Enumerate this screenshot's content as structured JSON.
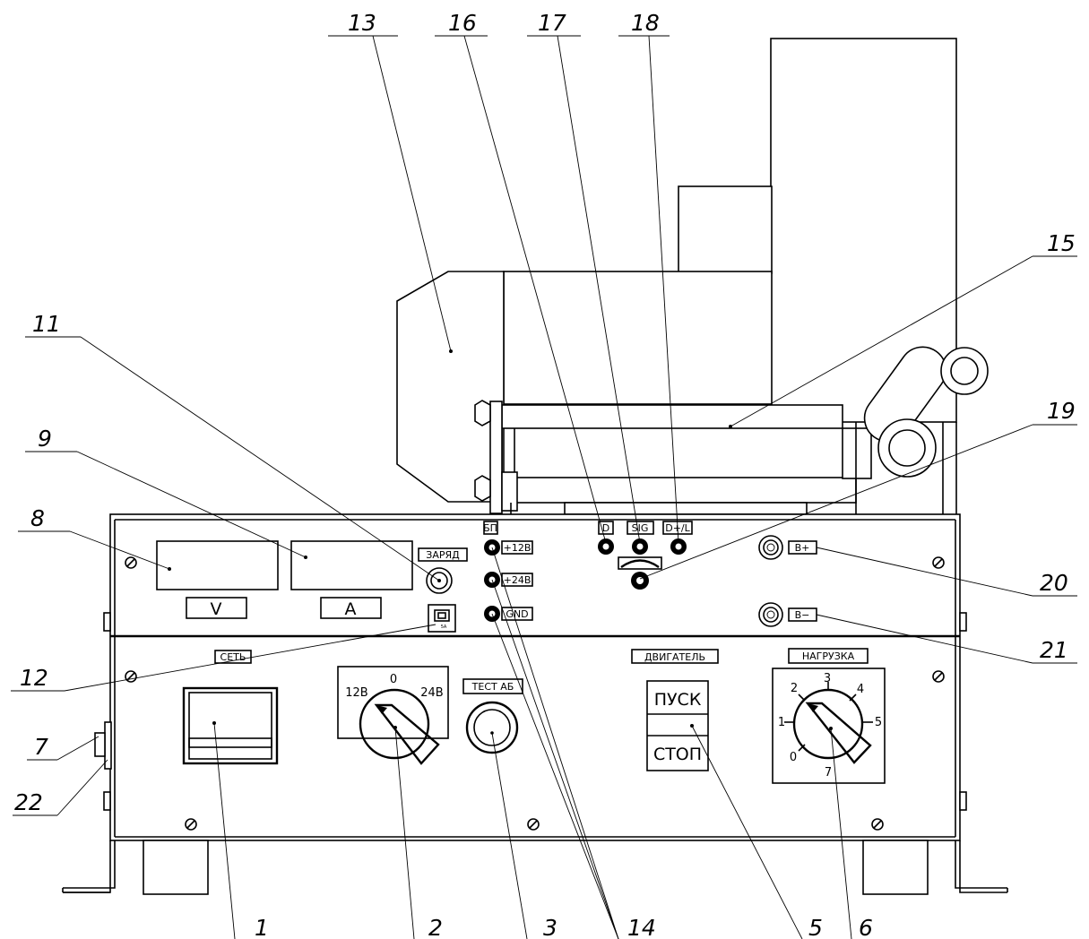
{
  "callouts": {
    "c1": "1",
    "c2": "2",
    "c3": "3",
    "c5": "5",
    "c6": "6",
    "c7": "7",
    "c8": "8",
    "c9": "9",
    "c11": "11",
    "c12": "12",
    "c13": "13",
    "c14": "14",
    "c15": "15",
    "c16": "16",
    "c17": "17",
    "c18": "18",
    "c19": "19",
    "c20": "20",
    "c21": "21",
    "c22": "22"
  },
  "labels": {
    "meter_v": "V",
    "meter_a": "A",
    "charge": "ЗАРЯД",
    "fuse": "5А",
    "bp": "БП",
    "plus12": "+12В",
    "plus24": "+24В",
    "gnd": "GND",
    "d": "D",
    "sig": "SIG",
    "dplus": "D+/L",
    "bplus": "B+",
    "bminus": "B−",
    "network": "СЕТЬ",
    "switch_12": "12В",
    "switch_0": "0",
    "switch_24": "24В",
    "test": "ТЕСТ АБ",
    "motor": "ДВИГАТЕЛЬ",
    "start": "ПУСК",
    "stop": "СТОП",
    "load": "НАГРУЗКА",
    "load_0": "0",
    "load_1": "1",
    "load_2": "2",
    "load_3": "3",
    "load_4": "4",
    "load_5": "5",
    "load_7": "7"
  }
}
